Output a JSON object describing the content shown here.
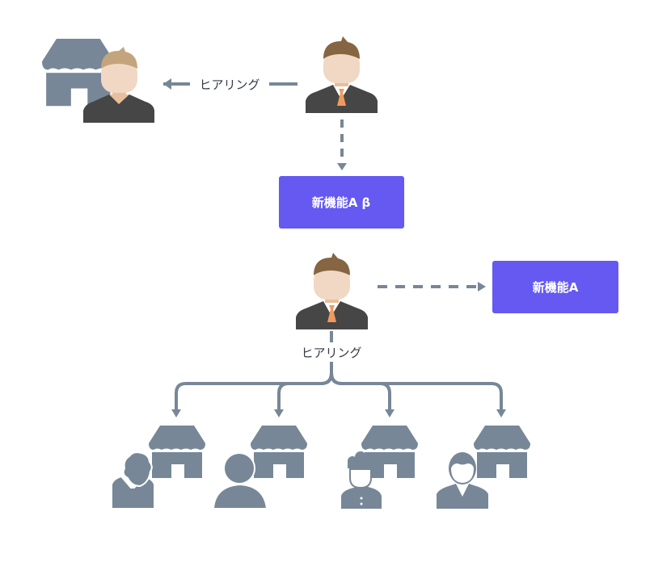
{
  "labels": {
    "hearing_top": "ヒアリング",
    "hearing_bottom": "ヒアリング"
  },
  "boxes": {
    "beta": "新機能A β",
    "release": "新機能A"
  },
  "colors": {
    "gray": "#778797",
    "purple": "#6559f2",
    "suit": "#464646",
    "hair": "#866543",
    "skin": "#f0d8c4",
    "tie": "#ef9a5c"
  }
}
